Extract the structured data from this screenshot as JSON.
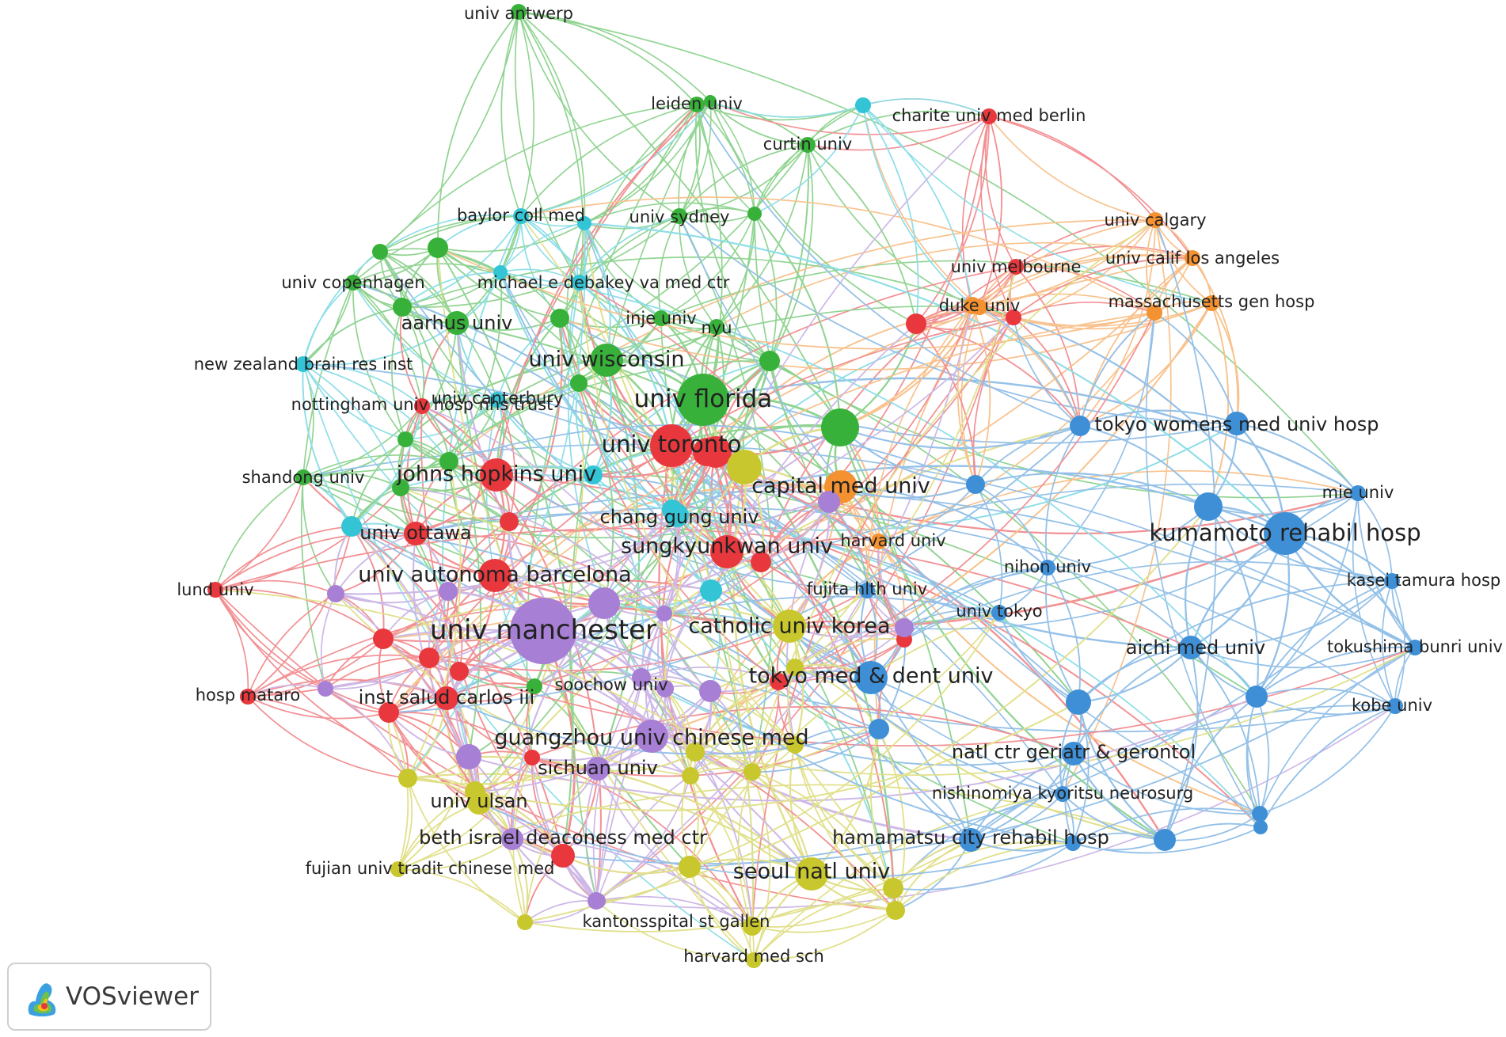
{
  "app": {
    "name": "VOSviewer"
  },
  "colors": {
    "c1": "#e8383d",
    "c2": "#38b13a",
    "c3": "#3f8fd6",
    "c4": "#c9c72e",
    "c5": "#a77fd4",
    "c6": "#33c4d6",
    "c7": "#f49131"
  },
  "nodes": [
    {
      "label": "univ antwerp",
      "c": 2,
      "size": 1
    },
    {
      "label": "leiden univ",
      "c": 2,
      "size": 1
    },
    {
      "label": "curtin univ",
      "c": 2,
      "size": 1
    },
    {
      "label": "univ sydney",
      "c": 2,
      "size": 1
    },
    {
      "label": "univ copenhagen",
      "c": 2,
      "size": 1
    },
    {
      "label": "aarhus univ",
      "c": 2,
      "size": 2
    },
    {
      "label": "inje univ",
      "c": 2,
      "size": 1
    },
    {
      "label": "nyu",
      "c": 2,
      "size": 1
    },
    {
      "label": "univ wisconsin",
      "c": 2,
      "size": 3
    },
    {
      "label": "univ florida",
      "c": 2,
      "size": 5
    },
    {
      "label": "shandong univ",
      "c": 2,
      "size": 1
    },
    {
      "label": "soochow univ",
      "c": 2,
      "size": 1
    },
    {
      "label": "baylor coll med",
      "c": 6,
      "size": 1
    },
    {
      "label": "michael e debakey va med ctr",
      "c": 6,
      "size": 1
    },
    {
      "label": "new zealand brain res inst",
      "c": 6,
      "size": 1
    },
    {
      "label": "univ canterbury",
      "c": 6,
      "size": 1
    },
    {
      "label": "chang gung univ",
      "c": 6,
      "size": 2
    },
    {
      "label": "charite univ med berlin",
      "c": 1,
      "size": 1
    },
    {
      "label": "univ melbourne",
      "c": 1,
      "size": 1
    },
    {
      "label": "nottingham univ hosp nhs trust",
      "c": 1,
      "size": 1
    },
    {
      "label": "univ toronto",
      "c": 1,
      "size": 4
    },
    {
      "label": "johns hopkins univ",
      "c": 1,
      "size": 3
    },
    {
      "label": "univ ottawa",
      "c": 1,
      "size": 2
    },
    {
      "label": "sungkyunkwan univ",
      "c": 1,
      "size": 3
    },
    {
      "label": "univ autonoma barcelona",
      "c": 1,
      "size": 3
    },
    {
      "label": "lund univ",
      "c": 1,
      "size": 1
    },
    {
      "label": "hosp mataro",
      "c": 1,
      "size": 1
    },
    {
      "label": "inst salud carlos iii",
      "c": 1,
      "size": 2
    },
    {
      "label": "beth israel deaconess med ctr",
      "c": 1,
      "size": 2
    },
    {
      "label": "univ calgary",
      "c": 7,
      "size": 1
    },
    {
      "label": "univ calif los angeles",
      "c": 7,
      "size": 1
    },
    {
      "label": "massachusetts gen hosp",
      "c": 7,
      "size": 1
    },
    {
      "label": "duke univ",
      "c": 7,
      "size": 1
    },
    {
      "label": "capital med univ",
      "c": 7,
      "size": 3
    },
    {
      "label": "harvard univ",
      "c": 7,
      "size": 1
    },
    {
      "label": "univ manchester",
      "c": 5,
      "size": 6
    },
    {
      "label": "guangzhou univ chinese med",
      "c": 5,
      "size": 3
    },
    {
      "label": "sichuan univ",
      "c": 5,
      "size": 2
    },
    {
      "label": "kantonsspital st gallen",
      "c": 5,
      "size": 1
    },
    {
      "label": "catholic univ korea",
      "c": 4,
      "size": 3
    },
    {
      "label": "univ ulsan",
      "c": 4,
      "size": 2
    },
    {
      "label": "fujian univ tradit chinese med",
      "c": 4,
      "size": 1
    },
    {
      "label": "seoul natl univ",
      "c": 4,
      "size": 3
    },
    {
      "label": "harvard med sch",
      "c": 4,
      "size": 1
    },
    {
      "label": "tokyo womens med univ hosp",
      "c": 3,
      "size": 2
    },
    {
      "label": "mie univ",
      "c": 3,
      "size": 1
    },
    {
      "label": "kumamoto rehabil hosp",
      "c": 3,
      "size": 4
    },
    {
      "label": "nihon univ",
      "c": 3,
      "size": 1
    },
    {
      "label": "kasei tamura hosp",
      "c": 3,
      "size": 1
    },
    {
      "label": "fujita hlth univ",
      "c": 3,
      "size": 1
    },
    {
      "label": "univ tokyo",
      "c": 3,
      "size": 1
    },
    {
      "label": "aichi med univ",
      "c": 3,
      "size": 2
    },
    {
      "label": "tokushima bunri univ",
      "c": 3,
      "size": 1
    },
    {
      "label": "tokyo med & dent univ",
      "c": 3,
      "size": 3
    },
    {
      "label": "kobe univ",
      "c": 3,
      "size": 1
    },
    {
      "label": "natl ctr geriatr & gerontol",
      "c": 3,
      "size": 2
    },
    {
      "label": "nishinomiya kyoritsu neurosurg",
      "c": 3,
      "size": 1
    },
    {
      "label": "hamamatsu city rehabil hosp",
      "c": 3,
      "size": 2
    }
  ]
}
